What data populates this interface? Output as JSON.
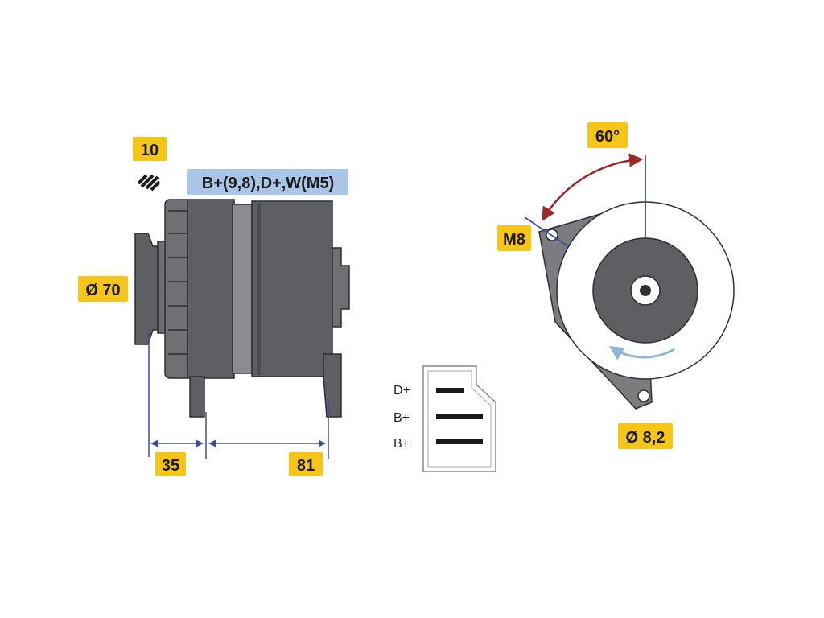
{
  "labels": {
    "quantity": "10",
    "terminals": "B+(9,8),D+,W(M5)",
    "pulley_diameter": "Ø 70",
    "dim_left": "35",
    "dim_right": "81",
    "angle": "60°",
    "mount_thread": "M8",
    "hole_diameter": "Ø 8,2"
  },
  "connector_pins": [
    "D+",
    "B+",
    "B+"
  ],
  "colors": {
    "label_yellow": "#f5c518",
    "terminal_blue": "#a9c6e8",
    "body_grey": "#5d5f62",
    "rotation_arrow": "#9a2a2a",
    "dimension_line": "#3a4f9a"
  },
  "icons": [
    "hatch-icon",
    "rotation-arrow-icon"
  ]
}
